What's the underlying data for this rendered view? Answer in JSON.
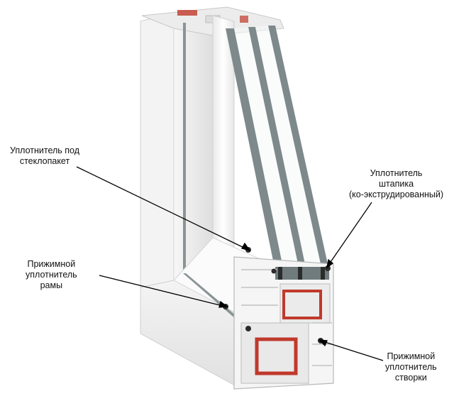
{
  "callouts": {
    "glass_seal": {
      "lines": [
        "Уплотнитель под",
        "стеклопакет"
      ]
    },
    "bead_seal": {
      "lines": [
        "Уплотнитель",
        "штапика",
        "(ко-экструдированный)"
      ]
    },
    "frame_seal": {
      "lines": [
        "Прижимной",
        "уплотнитель",
        "рамы"
      ]
    },
    "sash_seal": {
      "lines": [
        "Прижимной",
        "уплотнитель",
        "створки"
      ]
    }
  },
  "colors": {
    "frame": "#f2f2f2",
    "frame_shade": "#dcdcdc",
    "glass_edge": "#6f7b7d",
    "spacer": "#8e989b",
    "reinforcement": "#c0392b",
    "seal": "#2b2b2b",
    "leader": "#000000"
  }
}
